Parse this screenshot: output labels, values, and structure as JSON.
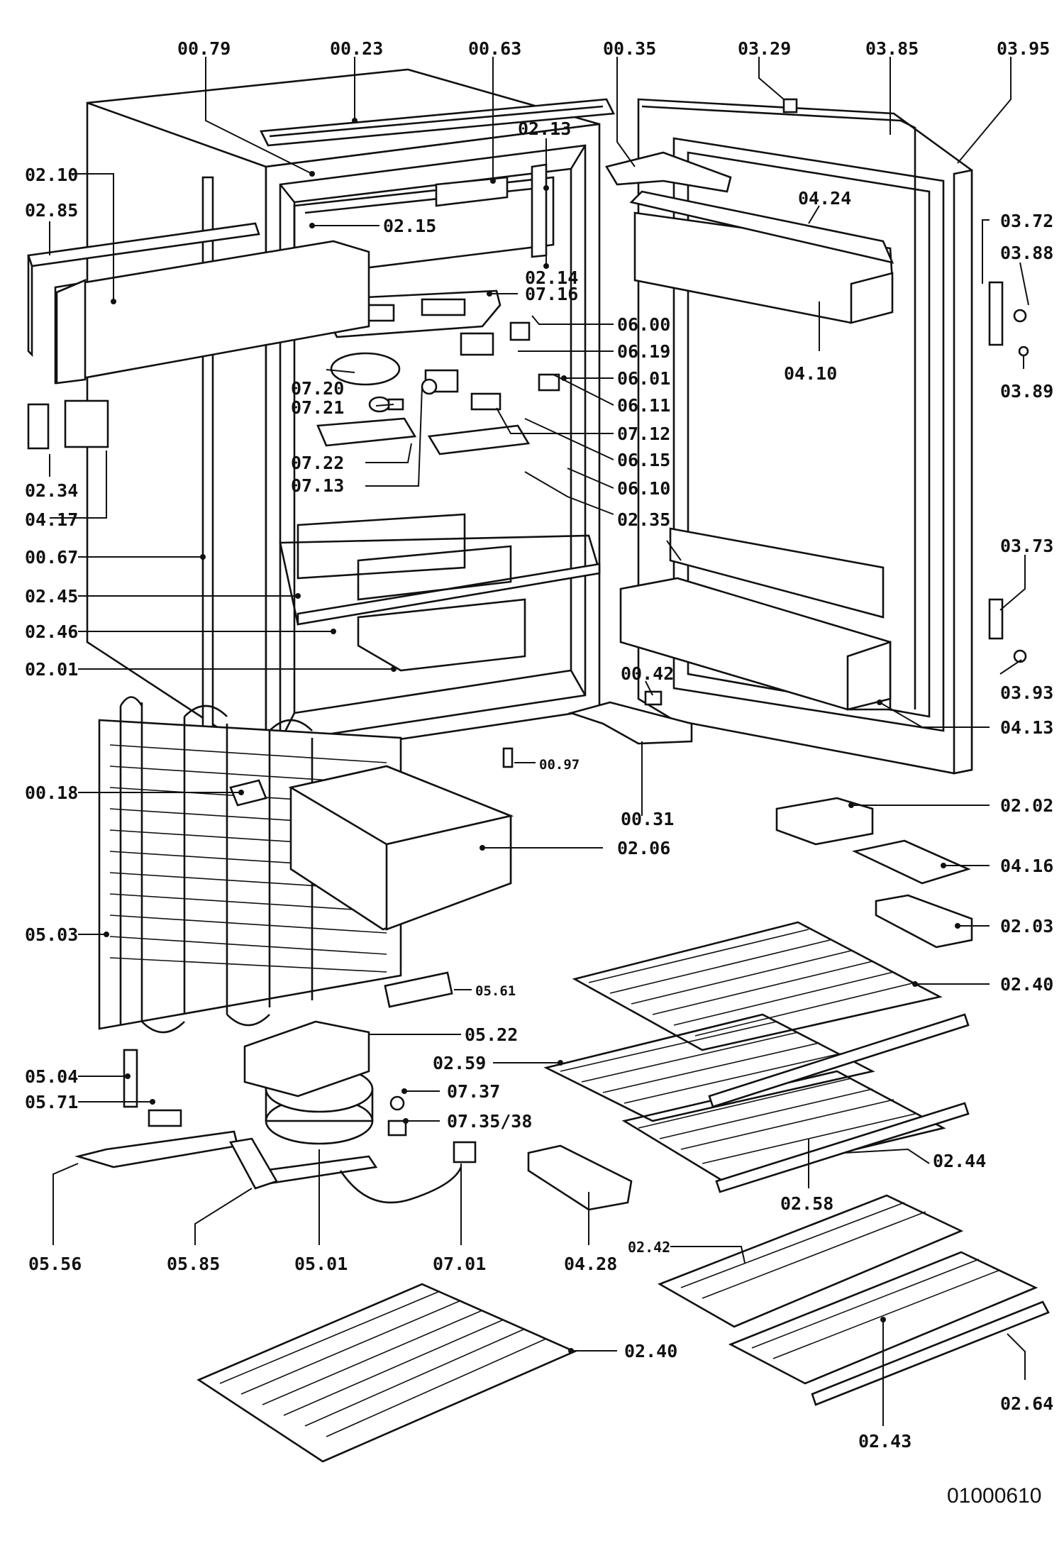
{
  "diagram": {
    "document_number": "01000610",
    "callouts": [
      {
        "id": "c0079",
        "text": "00.79"
      },
      {
        "id": "c0023",
        "text": "00.23"
      },
      {
        "id": "c0063",
        "text": "00.63"
      },
      {
        "id": "c0035",
        "text": "00.35"
      },
      {
        "id": "c0329",
        "text": "03.29"
      },
      {
        "id": "c0385",
        "text": "03.85"
      },
      {
        "id": "c0395",
        "text": "03.95"
      },
      {
        "id": "c0213",
        "text": "02.13"
      },
      {
        "id": "c0210",
        "text": "02.10"
      },
      {
        "id": "c0285",
        "text": "02.85"
      },
      {
        "id": "c0215",
        "text": "02.15"
      },
      {
        "id": "c0424",
        "text": "04.24"
      },
      {
        "id": "c0372",
        "text": "03.72"
      },
      {
        "id": "c0388",
        "text": "03.88"
      },
      {
        "id": "c0214",
        "text": "02.14"
      },
      {
        "id": "c0716",
        "text": "07.16"
      },
      {
        "id": "c0600",
        "text": "06.00"
      },
      {
        "id": "c0619",
        "text": "06.19"
      },
      {
        "id": "c0410",
        "text": "04.10"
      },
      {
        "id": "c0601",
        "text": "06.01"
      },
      {
        "id": "c0720",
        "text": "07.20"
      },
      {
        "id": "c0389",
        "text": "03.89"
      },
      {
        "id": "c0721",
        "text": "07.21"
      },
      {
        "id": "c0611",
        "text": "06.11"
      },
      {
        "id": "c0712",
        "text": "07.12"
      },
      {
        "id": "c0615",
        "text": "06.15"
      },
      {
        "id": "c0722",
        "text": "07.22"
      },
      {
        "id": "c0713",
        "text": "07.13"
      },
      {
        "id": "c0610",
        "text": "06.10"
      },
      {
        "id": "c0234",
        "text": "02.34"
      },
      {
        "id": "c0235",
        "text": "02.35"
      },
      {
        "id": "c0417",
        "text": "04.17"
      },
      {
        "id": "c0373",
        "text": "03.73"
      },
      {
        "id": "c0067",
        "text": "00.67"
      },
      {
        "id": "c0245",
        "text": "02.45"
      },
      {
        "id": "c0246",
        "text": "02.46"
      },
      {
        "id": "c0201",
        "text": "02.01"
      },
      {
        "id": "c0042",
        "text": "00.42"
      },
      {
        "id": "c0393",
        "text": "03.93"
      },
      {
        "id": "c0413",
        "text": "04.13"
      },
      {
        "id": "c0097",
        "text": "00.97"
      },
      {
        "id": "c0018",
        "text": "00.18"
      },
      {
        "id": "c0202",
        "text": "02.02"
      },
      {
        "id": "c0031",
        "text": "00.31"
      },
      {
        "id": "c0206",
        "text": "02.06"
      },
      {
        "id": "c0416",
        "text": "04.16"
      },
      {
        "id": "c0503",
        "text": "05.03"
      },
      {
        "id": "c0203",
        "text": "02.03"
      },
      {
        "id": "c0240a",
        "text": "02.40"
      },
      {
        "id": "c0561",
        "text": "05.61"
      },
      {
        "id": "c0522",
        "text": "05.22"
      },
      {
        "id": "c0259",
        "text": "02.59"
      },
      {
        "id": "c0504",
        "text": "05.04"
      },
      {
        "id": "c0737",
        "text": "07.37"
      },
      {
        "id": "c0571",
        "text": "05.71"
      },
      {
        "id": "c073538",
        "text": "07.35/38"
      },
      {
        "id": "c0244",
        "text": "02.44"
      },
      {
        "id": "c0258",
        "text": "02.58"
      },
      {
        "id": "c0556",
        "text": "05.56"
      },
      {
        "id": "c0585",
        "text": "05.85"
      },
      {
        "id": "c0501",
        "text": "05.01"
      },
      {
        "id": "c0701",
        "text": "07.01"
      },
      {
        "id": "c0428",
        "text": "04.28"
      },
      {
        "id": "c0242",
        "text": "02.42"
      },
      {
        "id": "c0240b",
        "text": "02.40"
      },
      {
        "id": "c0264",
        "text": "02.64"
      },
      {
        "id": "c0243",
        "text": "02.43"
      }
    ]
  }
}
